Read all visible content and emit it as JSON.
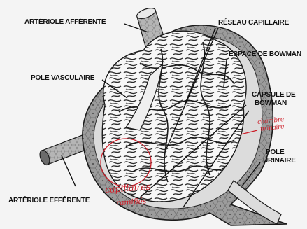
{
  "labels": {
    "arteriole_afferente": "ARTÉRIOLE AFFÉRENTE",
    "reseau_capillaire": "RÉSEAU CAPILLAIRE",
    "espace_de_bowman": "ESPACE DE BOWMAN",
    "pole_vasculaire": "POLE VASCULAIRE",
    "capsule_de_bowman_line1": "CAPSULE DE",
    "capsule_de_bowman_line2": "BOWMAN",
    "pole_urinaire_line1": "POLE",
    "pole_urinaire_line2": "URINAIRE",
    "arteriole_efferente": "ARTÉRIOLE EFFÉRENTE"
  },
  "annotations": {
    "chambre_line1": "chambre",
    "chambre_line2": "urinaire",
    "capillaires_line1": "capillaires",
    "capillaires_line2": "ramifiés"
  },
  "colors": {
    "background": "#f4f4f4",
    "stroke": "#1a1a1a",
    "capsule_fill": "#9c9c9c",
    "bowman_space_fill": "#dcdcdc",
    "capillary_fill": "#f7f7f7",
    "annotation_red": "#cc1f2a"
  }
}
